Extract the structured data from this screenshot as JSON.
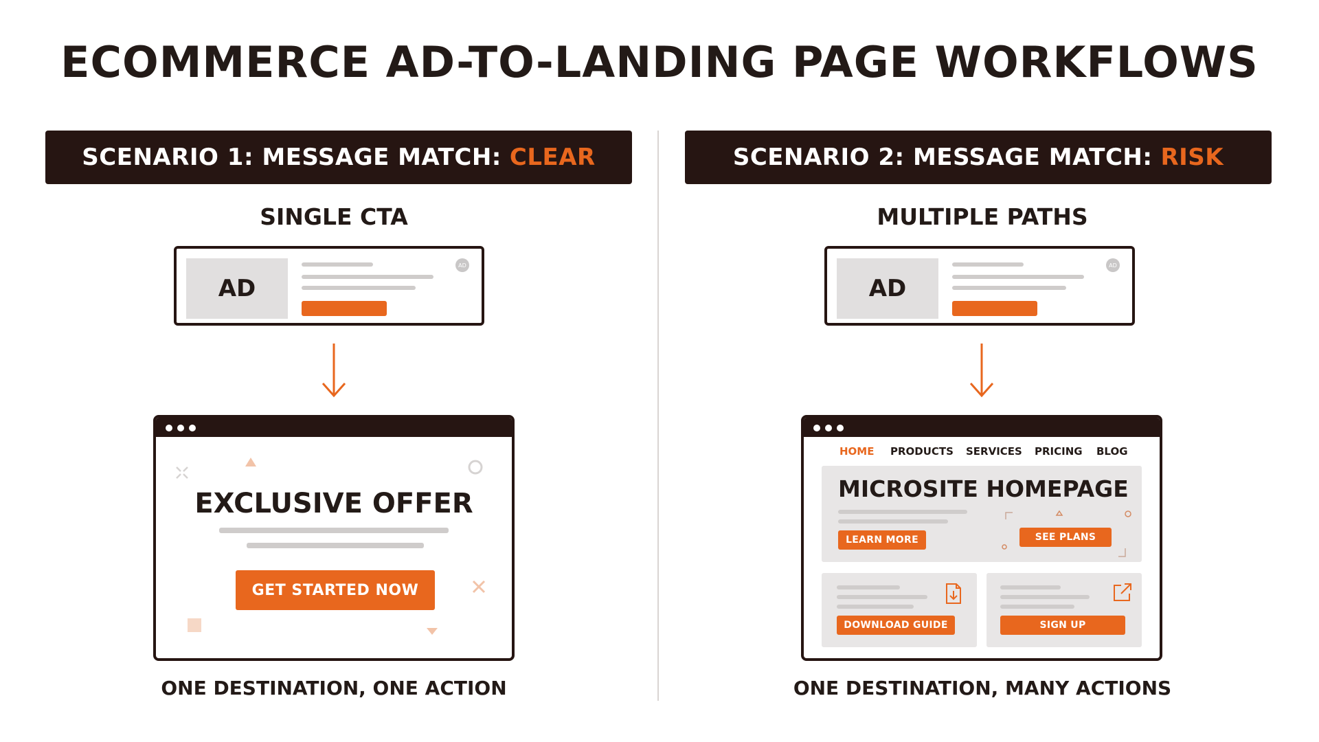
{
  "title": "ECOMMERCE AD-TO-LANDING PAGE WORKFLOWS",
  "scenario1": {
    "banner_prefix": "SCENARIO 1: MESSAGE MATCH:",
    "banner_status": "CLEAR",
    "subtitle": "SINGLE CTA",
    "ad_label": "AD",
    "ad_badge": "AD",
    "landing_title": "EXCLUSIVE OFFER",
    "cta_label": "GET STARTED NOW",
    "caption": "ONE DESTINATION, ONE ACTION"
  },
  "scenario2": {
    "banner_prefix": "SCENARIO 2: MESSAGE MATCH:",
    "banner_status": "RISK",
    "subtitle": "MULTIPLE PATHS",
    "ad_label": "AD",
    "ad_badge": "AD",
    "nav": [
      "HOME",
      "PRODUCTS",
      "SERVICES",
      "PRICING",
      "BLOG"
    ],
    "hero_title": "MICROSITE HOMEPAGE",
    "learn_more": "LEARN MORE",
    "see_plans": "SEE PLANS",
    "download_guide": "DOWNLOAD GUIDE",
    "sign_up": "SIGN UP",
    "caption": "ONE DESTINATION, MANY ACTIONS"
  },
  "colors": {
    "accent": "#e8671e",
    "dark": "#261512",
    "panel": "#e8e6e6"
  },
  "icons": [
    "download-file-icon",
    "external-link-icon",
    "ad-badge-icon"
  ]
}
